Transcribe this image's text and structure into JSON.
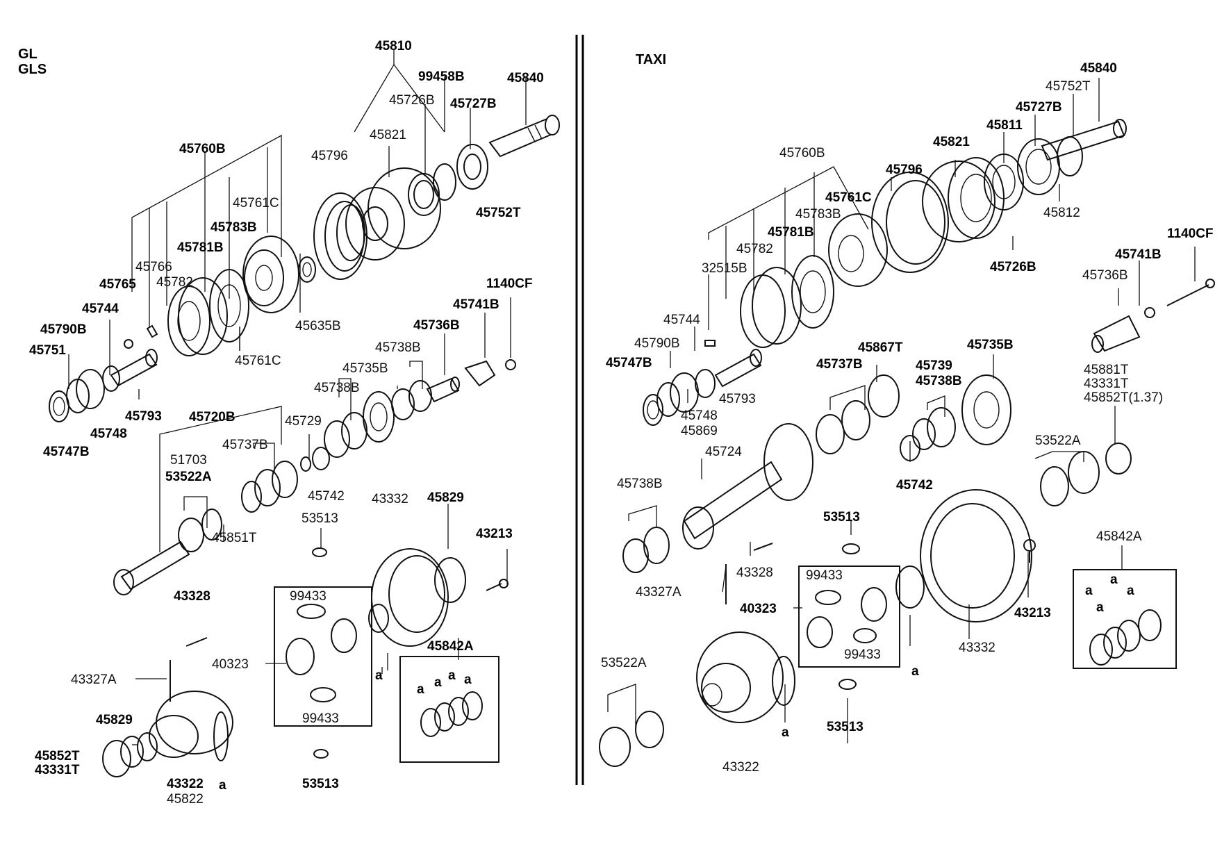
{
  "left": {
    "headers": [
      "GL",
      "GLS"
    ],
    "labels": {
      "l45810": "45810",
      "l99458B": "99458B",
      "l45840": "45840",
      "l45726B": "45726B",
      "l45727B": "45727B",
      "l45821": "45821",
      "l45796": "45796",
      "l45760B": "45760B",
      "l45761C_a": "45761C",
      "l45752T": "45752T",
      "l45783B": "45783B",
      "l45781B": "45781B",
      "l45766": "45766",
      "l45765": "45765",
      "l45782": "45782",
      "l45744": "45744",
      "l45790B": "45790B",
      "l45751": "45751",
      "l45761C_b": "45761C",
      "l45635B": "45635B",
      "l45793": "45793",
      "l45748": "45748",
      "l45747B": "45747B",
      "l1140CF": "1140CF",
      "l45741B": "45741B",
      "l45736B": "45736B",
      "l45738B_a": "45738B",
      "l45735B": "45735B",
      "l45738B_b": "45738B",
      "l45720B": "45720B",
      "l45729": "45729",
      "l45737B": "45737B",
      "l51703": "51703",
      "l53522A": "53522A",
      "l45742": "45742",
      "l45851T": "45851T",
      "l43332": "43332",
      "l45829_a": "45829",
      "l53513_a": "53513",
      "l43213": "43213",
      "l43328": "43328",
      "l99433_a": "99433",
      "l40323": "40323",
      "l45842A": "45842A",
      "l43327A": "43327A",
      "l99433_b": "99433",
      "l45829_b": "45829",
      "l45852T": "45852T",
      "l43331T": "43331T",
      "l43322": "43322",
      "l45822": "45822",
      "l53513_b": "53513",
      "la_1": "a",
      "la_2": "a",
      "la_3": "a",
      "la_4": "a",
      "la_5": "a",
      "la_6": "a"
    }
  },
  "right": {
    "header": "TAXI",
    "labels": {
      "r45840": "45840",
      "r45752T": "45752T",
      "r45727B": "45727B",
      "r45811": "45811",
      "r45821": "45821",
      "r45760B": "45760B",
      "r45796": "45796",
      "r45761C": "45761C",
      "r45783B": "45783B",
      "r45781B": "45781B",
      "r45782": "45782",
      "r32515B": "32515B",
      "r45812": "45812",
      "r45726B": "45726B",
      "r1140CF": "1140CF",
      "r45741B": "45741B",
      "r45736B": "45736B",
      "r45744": "45744",
      "r45790B": "45790B",
      "r45747B": "45747B",
      "r45793": "45793",
      "r45748": "45748",
      "r45869": "45869",
      "r45867T": "45867T",
      "r45737B": "45737B",
      "r45735B": "45735B",
      "r45739": "45739",
      "r45738B_a": "45738B",
      "r45881T": "45881T",
      "r43331T": "43331T",
      "r45852T": "45852T(1.37)",
      "r45742": "45742",
      "r53522A_a": "53522A",
      "r45724": "45724",
      "r45738B_b": "45738B",
      "r53513_a": "53513",
      "r43328": "43328",
      "r99433_a": "99433",
      "r43327A": "43327A",
      "r40323": "40323",
      "r99433_b": "99433",
      "r43332": "43332",
      "r43213": "43213",
      "r45842A": "45842A",
      "r53522A_b": "53522A",
      "r43322": "43322",
      "r53513_b": "53513",
      "ra_1": "a",
      "ra_2": "a",
      "ra_3": "a",
      "ra_4": "a",
      "ra_5": "a",
      "ra_6": "a"
    }
  }
}
